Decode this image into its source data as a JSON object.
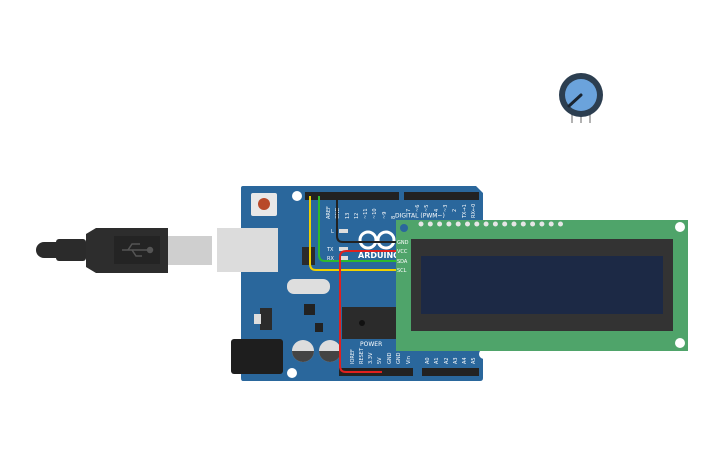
{
  "canvas": {
    "background": "#ffffff"
  },
  "arduino": {
    "brand": "ARDUINO",
    "digital_label": "DIGITAL (PWM~)",
    "power_label": "POWER",
    "led_labels": {
      "l": "L",
      "tx": "TX",
      "rx": "RX"
    },
    "top_pins": [
      "AREF",
      "GND",
      "13",
      "12",
      "~11",
      "~10",
      "~9",
      "8"
    ],
    "top_pins_right": [
      "7",
      "~6",
      "~5",
      "4",
      "~3",
      "2",
      "TX→1",
      "RX←0"
    ],
    "power_pins": [
      "IOREF",
      "RESET",
      "3.3V",
      "5V",
      "GND",
      "GND",
      "Vin"
    ],
    "analog_pins": [
      "A0",
      "A1",
      "A2",
      "A3",
      "A4",
      "A5"
    ],
    "color": "#2a679c"
  },
  "lcd": {
    "pins": [
      "GND",
      "VCC",
      "SDA",
      "SCL"
    ],
    "board_color": "#4fa46a",
    "screen_color": "#1c2945"
  },
  "wires": [
    {
      "name": "GND",
      "color": "#222222"
    },
    {
      "name": "VCC",
      "color": "#e0201e"
    },
    {
      "name": "SDA",
      "color": "#2eb82e"
    },
    {
      "name": "SCL",
      "color": "#f0d000"
    }
  ],
  "potentiometer": {
    "knob_color": "#6ba3dc",
    "body_color": "#2c3e50"
  },
  "usb_cable": {
    "icon": "usb-icon"
  }
}
